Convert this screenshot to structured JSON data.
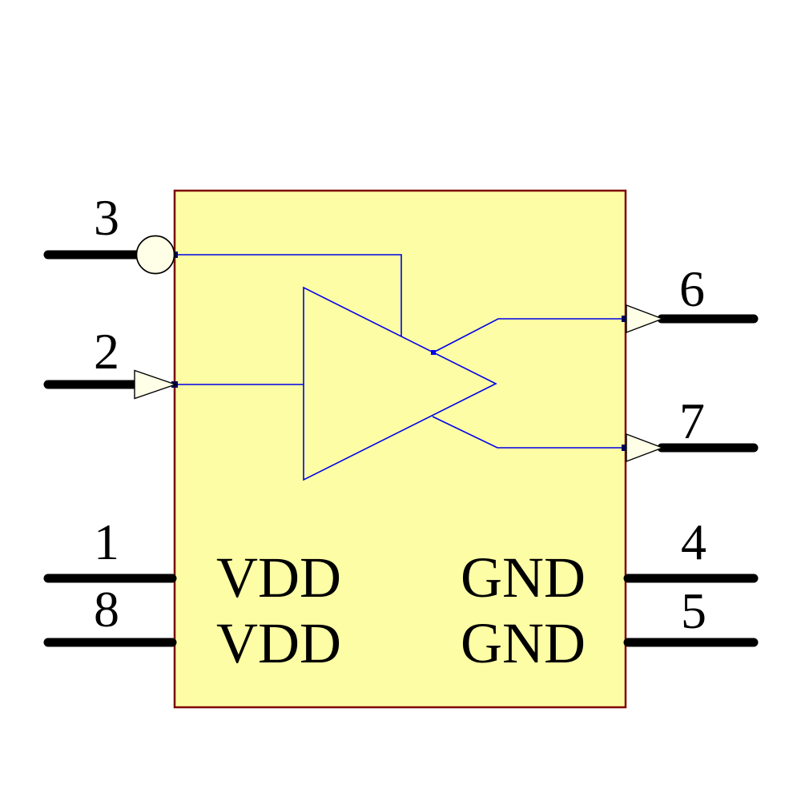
{
  "colors": {
    "background": "#FFFFFF",
    "body_fill": "#FDFDA5",
    "body_border": "#7E0000",
    "wire": "#0000E8",
    "junction_dot": "#000055",
    "pin_lead": "#000000",
    "shape_fill": "#FFFFE8",
    "shape_outline": "#000000",
    "text": "#000000"
  },
  "pins": {
    "p1": {
      "number": "1"
    },
    "p2": {
      "number": "2"
    },
    "p3": {
      "number": "3"
    },
    "p4": {
      "number": "4"
    },
    "p5": {
      "number": "5"
    },
    "p6": {
      "number": "6"
    },
    "p7": {
      "number": "7"
    },
    "p8": {
      "number": "8"
    }
  },
  "power_labels": {
    "row1_left": "VDD",
    "row2_left": "VDD",
    "row1_right": "GND",
    "row2_right": "GND"
  }
}
